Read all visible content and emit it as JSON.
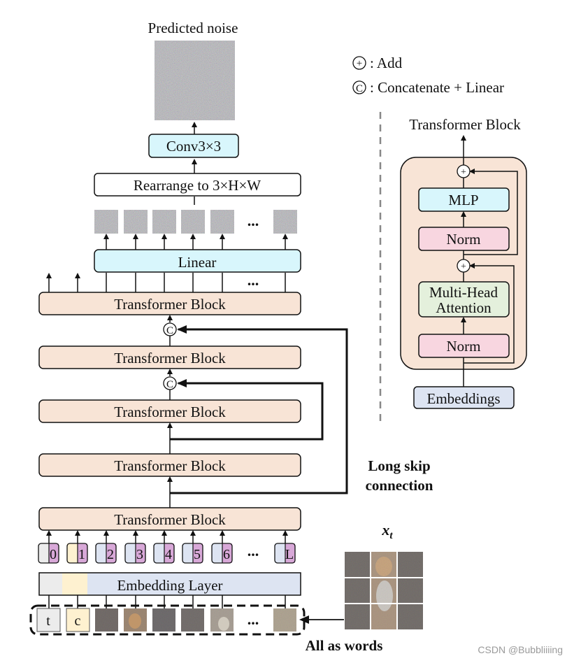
{
  "title": "Predicted noise",
  "main": {
    "conv_label": "Conv3×3",
    "rearrange_label": "Rearrange to 3×H×W",
    "linear_label": "Linear",
    "ellipsis": "...",
    "transformer_block_label": "Transformer Block",
    "concat_symbol": "C",
    "embedding_layer_label": "Embedding Layer",
    "long_skip_line1": "Long skip",
    "long_skip_line2": "connection",
    "tokens": [
      "0",
      "1",
      "2",
      "3",
      "4",
      "5",
      "6",
      "L"
    ],
    "inputs": {
      "t": "t",
      "c": "c"
    },
    "all_as_words": "All as words",
    "xt_label": "x",
    "xt_subscript": "t"
  },
  "legend": {
    "add_symbol": "+",
    "add_label": ": Add",
    "concat_symbol": "C",
    "concat_label": ": Concatenate + Linear"
  },
  "detail": {
    "title": "Transformer Block",
    "mlp": "MLP",
    "norm": "Norm",
    "mha_line1": "Multi-Head",
    "mha_line2": "Attention",
    "embeddings": "Embeddings",
    "add_symbol": "+"
  },
  "colors": {
    "transformer": "#f8e4d6",
    "linear": "#d8f6fc",
    "norm": "#f8d6e0",
    "attention": "#e4f0dc",
    "embedding": "#dde4f2",
    "t_token": "#ececec",
    "c_token": "#fef1d0",
    "pos": "#d8a8d8"
  },
  "watermark": "CSDN @Bubbliiiing"
}
